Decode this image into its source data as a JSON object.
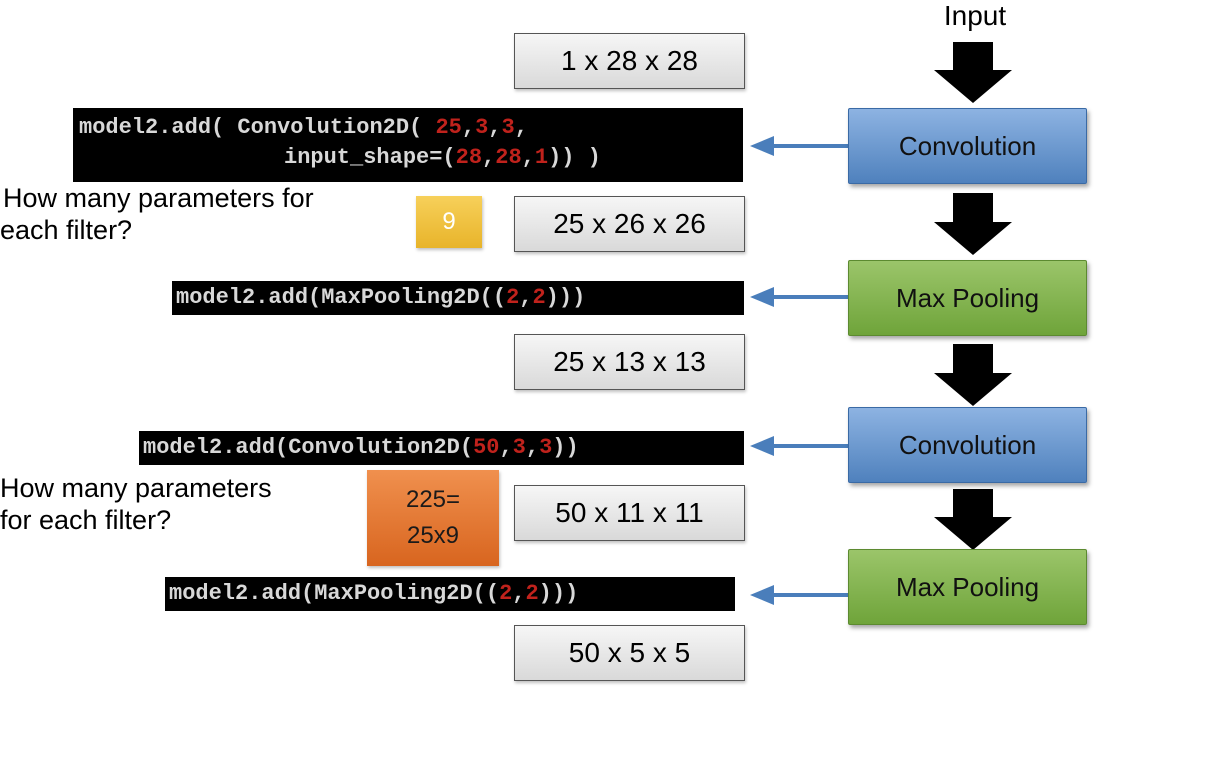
{
  "input_label": "Input",
  "shapes": [
    "1 x 28 x 28",
    "25 x 26 x 26",
    "25 x 13 x 13",
    "50 x 11 x 11",
    "50 x 5 x 5"
  ],
  "layers": [
    "Convolution",
    "Max Pooling",
    "Convolution",
    "Max Pooling"
  ],
  "code": {
    "conv1_line1_a": "model2.add( Convolution2D( ",
    "conv1_line1_n1": "25",
    "conv1_line1_c1": ",",
    "conv1_line1_n2": "3",
    "conv1_line1_c2": ",",
    "conv1_line1_n3": "3",
    "conv1_line1_c3": ",",
    "conv1_line2_a": "input_shape=(",
    "conv1_line2_n1": "28",
    "conv1_line2_c1": ",",
    "conv1_line2_n2": "28",
    "conv1_line2_c2": ",",
    "conv1_line2_n3": "1",
    "conv1_line2_b": ")) )",
    "pool1_a": "model2.add(MaxPooling2D((",
    "pool1_n1": "2",
    "pool1_c": ",",
    "pool1_n2": "2",
    "pool1_b": ")))",
    "conv2_a": "model2.add(Convolution2D(",
    "conv2_n1": "50",
    "conv2_c1": ",",
    "conv2_n2": "3",
    "conv2_c2": ",",
    "conv2_n3": "3",
    "conv2_b": "))",
    "pool2_a": "model2.add(MaxPooling2D((",
    "pool2_n1": "2",
    "pool2_c": ",",
    "pool2_n2": "2",
    "pool2_b": ")))"
  },
  "question1": [
    "How many parameters for",
    "each filter?"
  ],
  "question2": [
    "How many parameters",
    "for each filter?"
  ],
  "answer1": "9",
  "answer2": [
    "225=",
    "25x9"
  ],
  "colors": {
    "arrow_blue": "#4a7ebb",
    "conv_blue": "#6d9ad3",
    "pool_green": "#7fb04a",
    "answer_yellow": "#f0c23e",
    "answer_orange": "#e57a35",
    "code_number_red": "#c0221c"
  }
}
